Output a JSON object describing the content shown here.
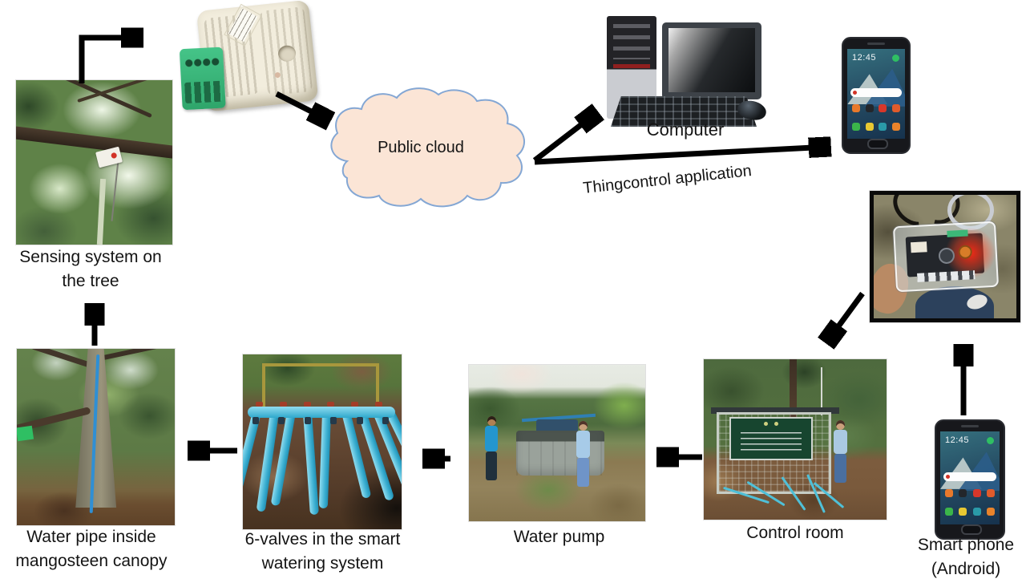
{
  "colors": {
    "background": "#ffffff",
    "arrow": "#000000",
    "cloud_fill": "#fbe5d6",
    "cloud_stroke": "#84a7d4",
    "pipe_blue": "#3db0d2",
    "terminal_green": "#3cb878"
  },
  "nodes": {
    "sensing": {
      "label_lines": [
        "Sensing system on",
        "the tree"
      ]
    },
    "cloud": {
      "label": "Public cloud"
    },
    "computer": {
      "label": "Computer"
    },
    "connection": {
      "label": "Thingcontrol application"
    },
    "phone_top": {
      "screen_time": "12:45"
    },
    "control_room": {
      "label": "Control room"
    },
    "water_pump": {
      "label": "Water pump"
    },
    "valves": {
      "label_lines": [
        "6-valves in the smart",
        "watering system"
      ]
    },
    "water_pipe": {
      "label_lines": [
        "Water pipe inside",
        "mangosteen canopy"
      ]
    },
    "smartphone": {
      "label_lines": [
        "Smart phone",
        "(Android)"
      ],
      "screen_time": "12:45"
    }
  }
}
